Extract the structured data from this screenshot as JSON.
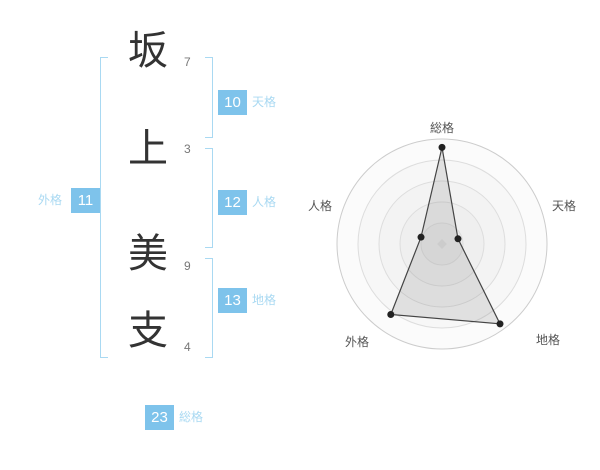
{
  "name": {
    "characters": [
      {
        "char": "坂",
        "strokes": "7"
      },
      {
        "char": "上",
        "strokes": "3"
      },
      {
        "char": "美",
        "strokes": "9"
      },
      {
        "char": "支",
        "strokes": "4"
      }
    ]
  },
  "kaku": {
    "tenkaku": {
      "label": "天格",
      "value": "10"
    },
    "jinkaku": {
      "label": "人格",
      "value": "12"
    },
    "chikaku": {
      "label": "地格",
      "value": "13"
    },
    "gaikaku": {
      "label": "外格",
      "value": "11"
    },
    "soukaku": {
      "label": "総格",
      "value": "23"
    }
  },
  "colors": {
    "accent_box": "#7EC3EB",
    "accent_light": "#A9D9F2",
    "chart_grid": "#dddddd",
    "chart_line": "#444444"
  },
  "chart_data": {
    "type": "radar",
    "title": "",
    "categories": [
      "総格",
      "天格",
      "地格",
      "外格",
      "人格"
    ],
    "values": [
      92,
      16,
      94,
      83,
      21
    ],
    "max": 100,
    "rings": 5,
    "start_angle_deg": -90,
    "clockwise": true,
    "legend": "none",
    "grid": "concentric-circles"
  }
}
